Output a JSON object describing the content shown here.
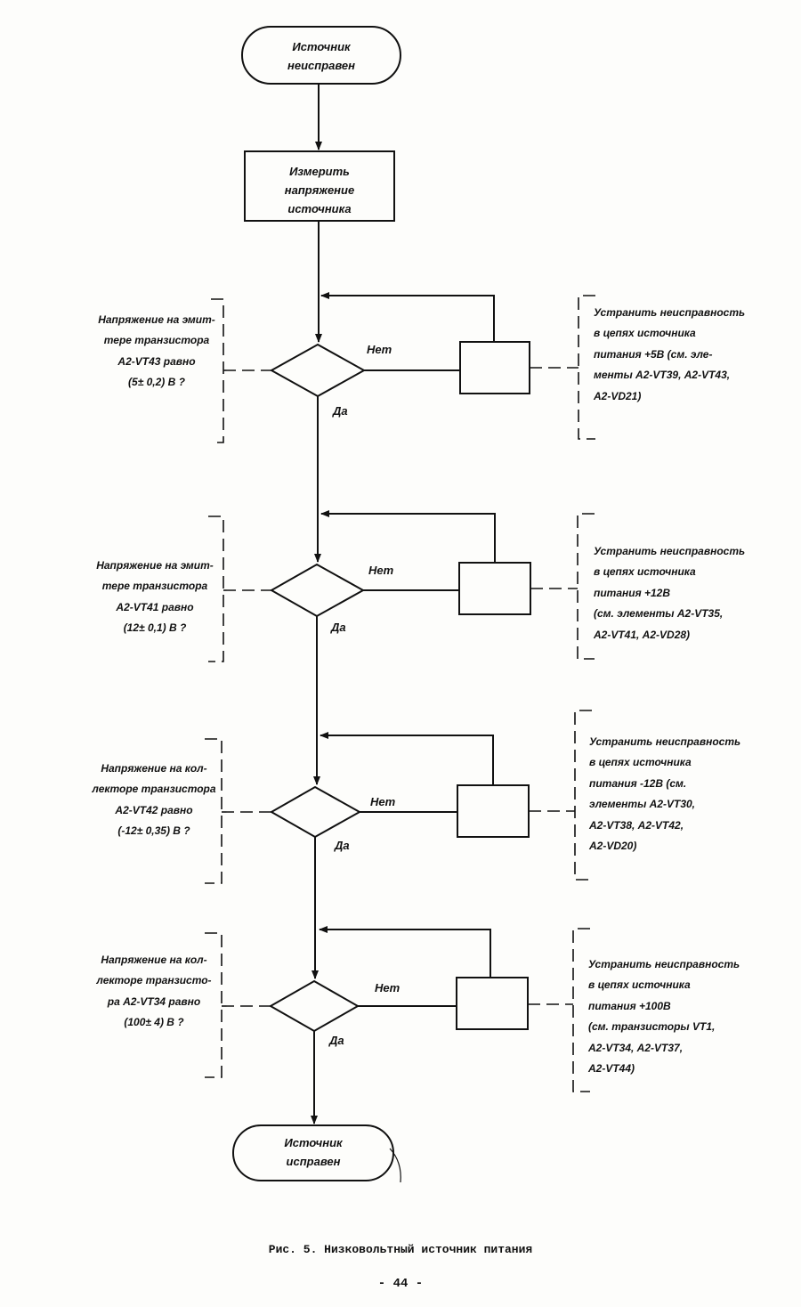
{
  "start": "Источник\nнеисправен",
  "measure": "Измерить\nнапряжение\nисточника",
  "end": "Источник\nисправен",
  "labels": {
    "no": "Нет",
    "yes": "Да"
  },
  "checks": [
    {
      "question": "Напряжение на эмит-\nтере транзистора\nА2-VT43 равно\n(5± 0,2) В ?",
      "action": "Устранить неисправность\nв цепях источника\nпитания +5В (см. эле-\nменты А2-VT39, А2-VT43,\n      А2-VD21)"
    },
    {
      "question": "Напряжение на эмит-\nтере транзистора\nА2-VT41 равно\n(12± 0,1) В ?",
      "action": "Устранить неисправность\nв цепях источника\nпитания +12В\n(см. элементы А2-VT35,\nА2-VT41, А2-VD28)"
    },
    {
      "question": "Напряжение на кол-\nлекторе транзистора\nА2-VT42 равно\n(-12± 0,35) В ?",
      "action": "Устранить неисправность\nв цепях источника\nпитания -12В (см.\nэлементы А2-VT30,\nА2-VT38, А2-VT42,\n      А2-VD20)"
    },
    {
      "question": "Напряжение на кол-\nлекторе транзисто-\nра А2-VT34 равно\n(100± 4) В ?",
      "action": "Устранить неисправность\nв цепях источника\nпитания +100В\n(см. транзисторы VT1,\nА2-VT34, А2-VT37,\n      А2-VT44)"
    }
  ],
  "caption": "Рис. 5. Низковольтный источник питания",
  "page_number": "- 44 -"
}
